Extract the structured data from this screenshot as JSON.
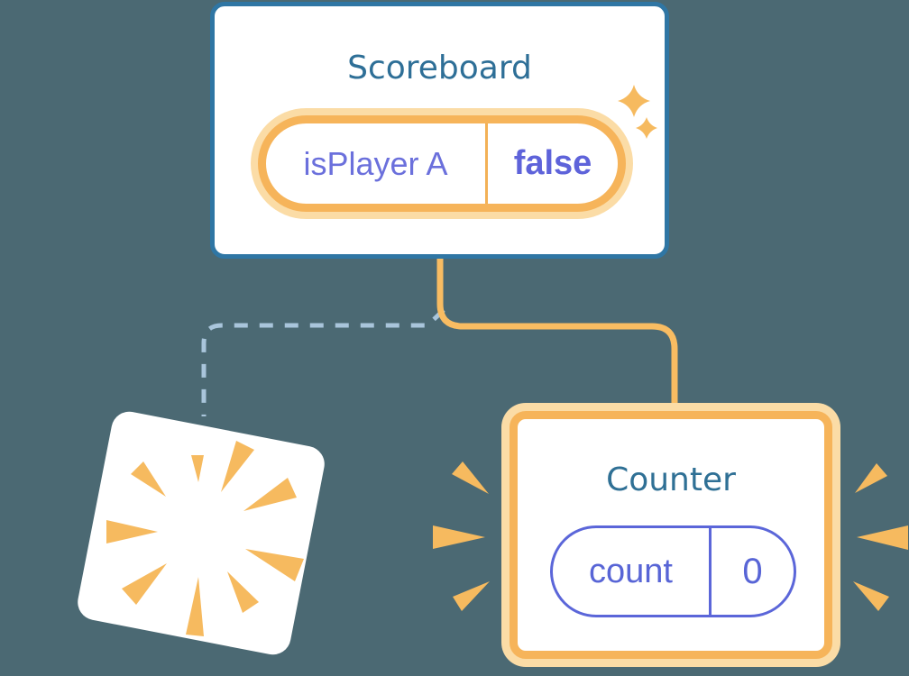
{
  "diagram": {
    "description": "React component tree diagram: Scoreboard parent keeps state, old child is destroyed (poof) while a new Counter child is created with fresh state",
    "background_color": "#4B6973",
    "colors": {
      "box_border_blue": "#2F76A4",
      "title_teal": "#2E6F97",
      "connector_orange": "#F8BC62",
      "highlight_ring_orange": "#F6B45A",
      "highlight_glow_orange": "#FBDCA6",
      "burst_orange": "#F6BA5F",
      "dashed_line_blue": "#A9C5DB",
      "state_purple": "#6B70DC",
      "state_value_purple": "#5E63DA",
      "counter_pill_purple": "#5B66D9"
    },
    "scoreboard": {
      "title": "Scoreboard",
      "state": {
        "key": "isPlayer A",
        "value": "false"
      }
    },
    "counter": {
      "title": "Counter",
      "state": {
        "key": "count",
        "value": "0"
      }
    }
  }
}
